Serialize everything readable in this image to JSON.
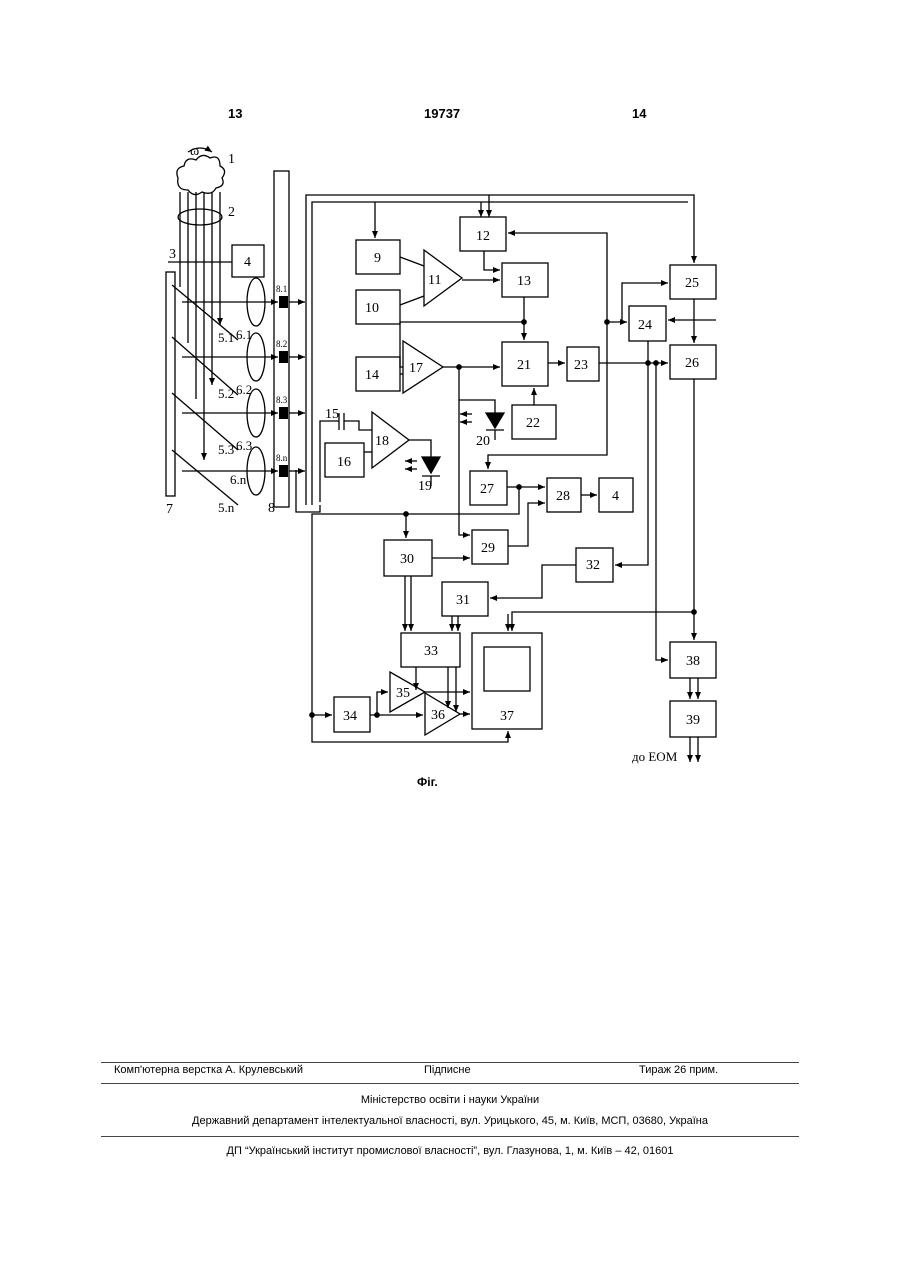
{
  "header": {
    "page_left": "13",
    "patent_number": "19737",
    "page_right": "14"
  },
  "figure": {
    "caption": "Фіг.",
    "output_label": "до ЕОМ",
    "omega": "ω",
    "labels": {
      "b1": "1",
      "b2": "2",
      "b3": "3",
      "b4": "4",
      "b7": "7",
      "b8": "8",
      "b5_1": "5.1",
      "b5_2": "5.2",
      "b5_3": "5.3",
      "b5_n": "5.n",
      "b6_1": "6.1",
      "b6_2": "6.2",
      "b6_3": "6.3",
      "b6_n": "6.n",
      "b8_1": "8.1",
      "b8_2": "8.2",
      "b8_3": "8.3",
      "b8_n": "8.n",
      "b9": "9",
      "b10": "10",
      "b11": "11",
      "b12": "12",
      "b13": "13",
      "b14": "14",
      "b15": "15",
      "b16": "16",
      "b17": "17",
      "b18": "18",
      "b19": "19",
      "b20": "20",
      "b21": "21",
      "b22": "22",
      "b23": "23",
      "b24": "24",
      "b25": "25",
      "b26": "26",
      "b27": "27",
      "b28": "28",
      "b28_out": "4",
      "b29": "29",
      "b30": "30",
      "b31": "31",
      "b32": "32",
      "b33": "33",
      "b34": "34",
      "b35": "35",
      "b36": "36",
      "b37": "37",
      "b38": "38",
      "b39": "39"
    }
  },
  "footer": {
    "layout": "Комп'ютерна верстка А. Крулевський",
    "signed": "Підписне",
    "circulation": "Тираж 26 прим.",
    "ministry": "Міністерство освіти і науки України",
    "department": "Державний департамент інтелектуальної власності, вул. Урицького, 45, м. Київ, МСП, 03680, Україна",
    "institute": "ДП “Український інститут промислової власності”, вул. Глазунова, 1, м. Київ – 42, 01601"
  }
}
